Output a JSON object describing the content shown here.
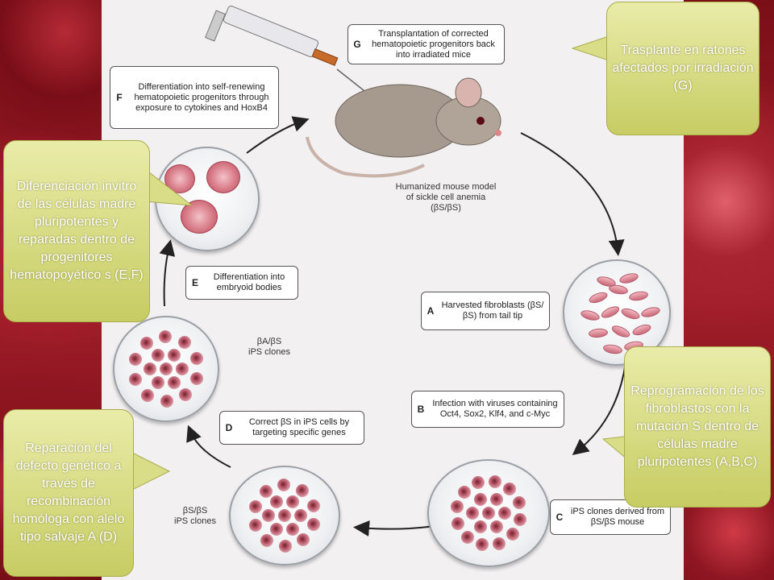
{
  "steps": {
    "g": {
      "letter": "G",
      "text": "Transplantation of corrected hematopoietic progenitors back into irradiated mice"
    },
    "f": {
      "letter": "F",
      "text": "Differentiation into self-renewing hematopoietic progenitors through exposure to cytokines and HoxB4"
    },
    "e": {
      "letter": "E",
      "text": "Differentiation into embryoid bodies"
    },
    "d": {
      "letter": "D",
      "text": "Correct βS in iPS cells by targeting specific genes"
    },
    "a": {
      "letter": "A",
      "text": "Harvested fibroblasts (βS/βS) from tail tip"
    },
    "b": {
      "letter": "B",
      "text": "Infection with viruses containing Oct4, Sox2, Klf4, and c-Myc"
    },
    "c": {
      "letter": "C",
      "text": "iPS clones derived from βS/βS mouse"
    }
  },
  "labels": {
    "mouse_model_line1": "Humanized mouse model",
    "mouse_model_line2": "of sickle cell anemia",
    "mouse_model_line3": "(βS/βS)",
    "ips_corrected_genotype": "βA/βS",
    "ips_corrected_clones": "iPS clones",
    "ips_sickle_genotype": "βS/βS",
    "ips_sickle_clones": "iPS clones"
  },
  "callouts": {
    "top_right": "Trasplante en ratones afectados por irradiación (G)",
    "left_upper": "Diferenciación invitro de las células madre pluripotentes y reparadas dentro de progenitores hematopoyético s (E,F)",
    "right_lower": "Reprogramación de los fibroblastos con la mutación S dentro de células madre pluripotentes (A,B,C)",
    "left_lower": "Reparación del defecto genético a través de recombinación homóloga con alelo tipo salvaje A (D)"
  },
  "colors": {
    "background_red": "#8c1420",
    "callout_fill": "#d6da7f",
    "arrow": "#222222"
  }
}
